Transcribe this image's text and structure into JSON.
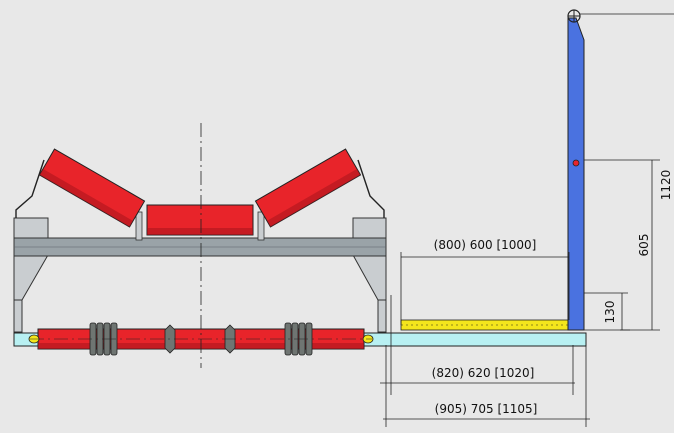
{
  "dimensions": {
    "top_width": "(800) 600 [1000]",
    "mid_width": "(820) 620 [1020]",
    "bottom_width": "(905) 705 [1105]",
    "height_total": "1120",
    "height_mid": "605",
    "height_low": "130"
  },
  "colors": {
    "background": "#e8e8e8",
    "roller": "#e8242a",
    "roller_shadow": "#a1121a",
    "frame": "#9aa3a8",
    "frame_dark": "#5c6266",
    "base": "#b8f0f2",
    "post": "#4a72e0",
    "walkway": "#f4e61c",
    "bellows": "#6f7572"
  }
}
